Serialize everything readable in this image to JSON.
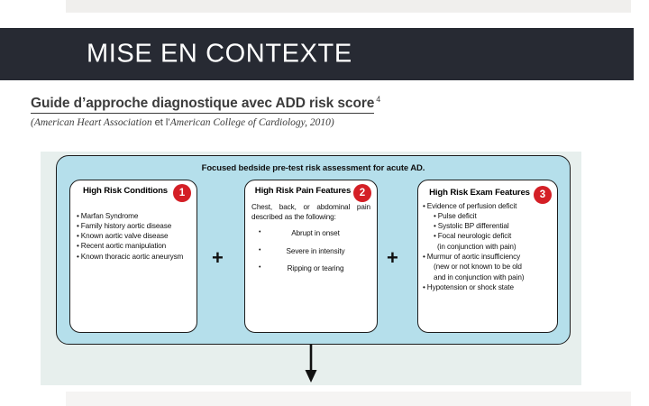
{
  "slide": {
    "banner_title": "MISE EN CONTEXTE",
    "heading_main": "Guide d’approche diagnostique avec ADD risk score",
    "heading_superscript": "4",
    "heading_sub_italic_1": "(American Heart Association",
    "heading_sub_plain": " et l’",
    "heading_sub_italic_2": "American College of Cardiology, 2010)"
  },
  "figure": {
    "caption": "Focused bedside pre-test risk assessment for acute AD.",
    "operator_1": "+",
    "operator_2": "+",
    "cards": [
      {
        "badge": "1",
        "title": "High Risk Conditions",
        "bullets": [
          "Marfan Syndrome",
          "Family history aortic disease",
          "Known aortic valve disease",
          "Recent aortic manipulation",
          "Known thoracic aortic aneurysm"
        ]
      },
      {
        "badge": "2",
        "title": "High Risk Pain Features",
        "intro": "Chest, back, or abdominal pain described as the following:",
        "items": [
          "Abrupt in onset",
          "Severe in intensity",
          "Ripping or tearing"
        ]
      },
      {
        "badge": "3",
        "title": "High Risk Exam Features",
        "lines": [
          {
            "style": "bullet",
            "text": "Evidence of perfusion deficit"
          },
          {
            "style": "sub",
            "text": "Pulse deficit"
          },
          {
            "style": "sub",
            "text": "Systolic BP differential"
          },
          {
            "style": "sub",
            "text": "Focal neurologic deficit"
          },
          {
            "style": "indent",
            "text": "(in conjunction with pain)"
          },
          {
            "style": "bullet",
            "text": "Murmur of aortic insufficiency"
          },
          {
            "style": "indent2",
            "text": "(new or not known to be old"
          },
          {
            "style": "indent2",
            "text": "and in conjunction with pain)"
          },
          {
            "style": "bullet",
            "text": "Hypotension or shock state"
          }
        ]
      }
    ]
  },
  "colors": {
    "banner_bg": "#272a33",
    "figure_outer_bg": "#e7efed",
    "figure_blue_bg": "#b5dfeb",
    "badge_red": "#d41f26",
    "card_bg": "#ffffff",
    "strip_gray": "#f0efed"
  }
}
